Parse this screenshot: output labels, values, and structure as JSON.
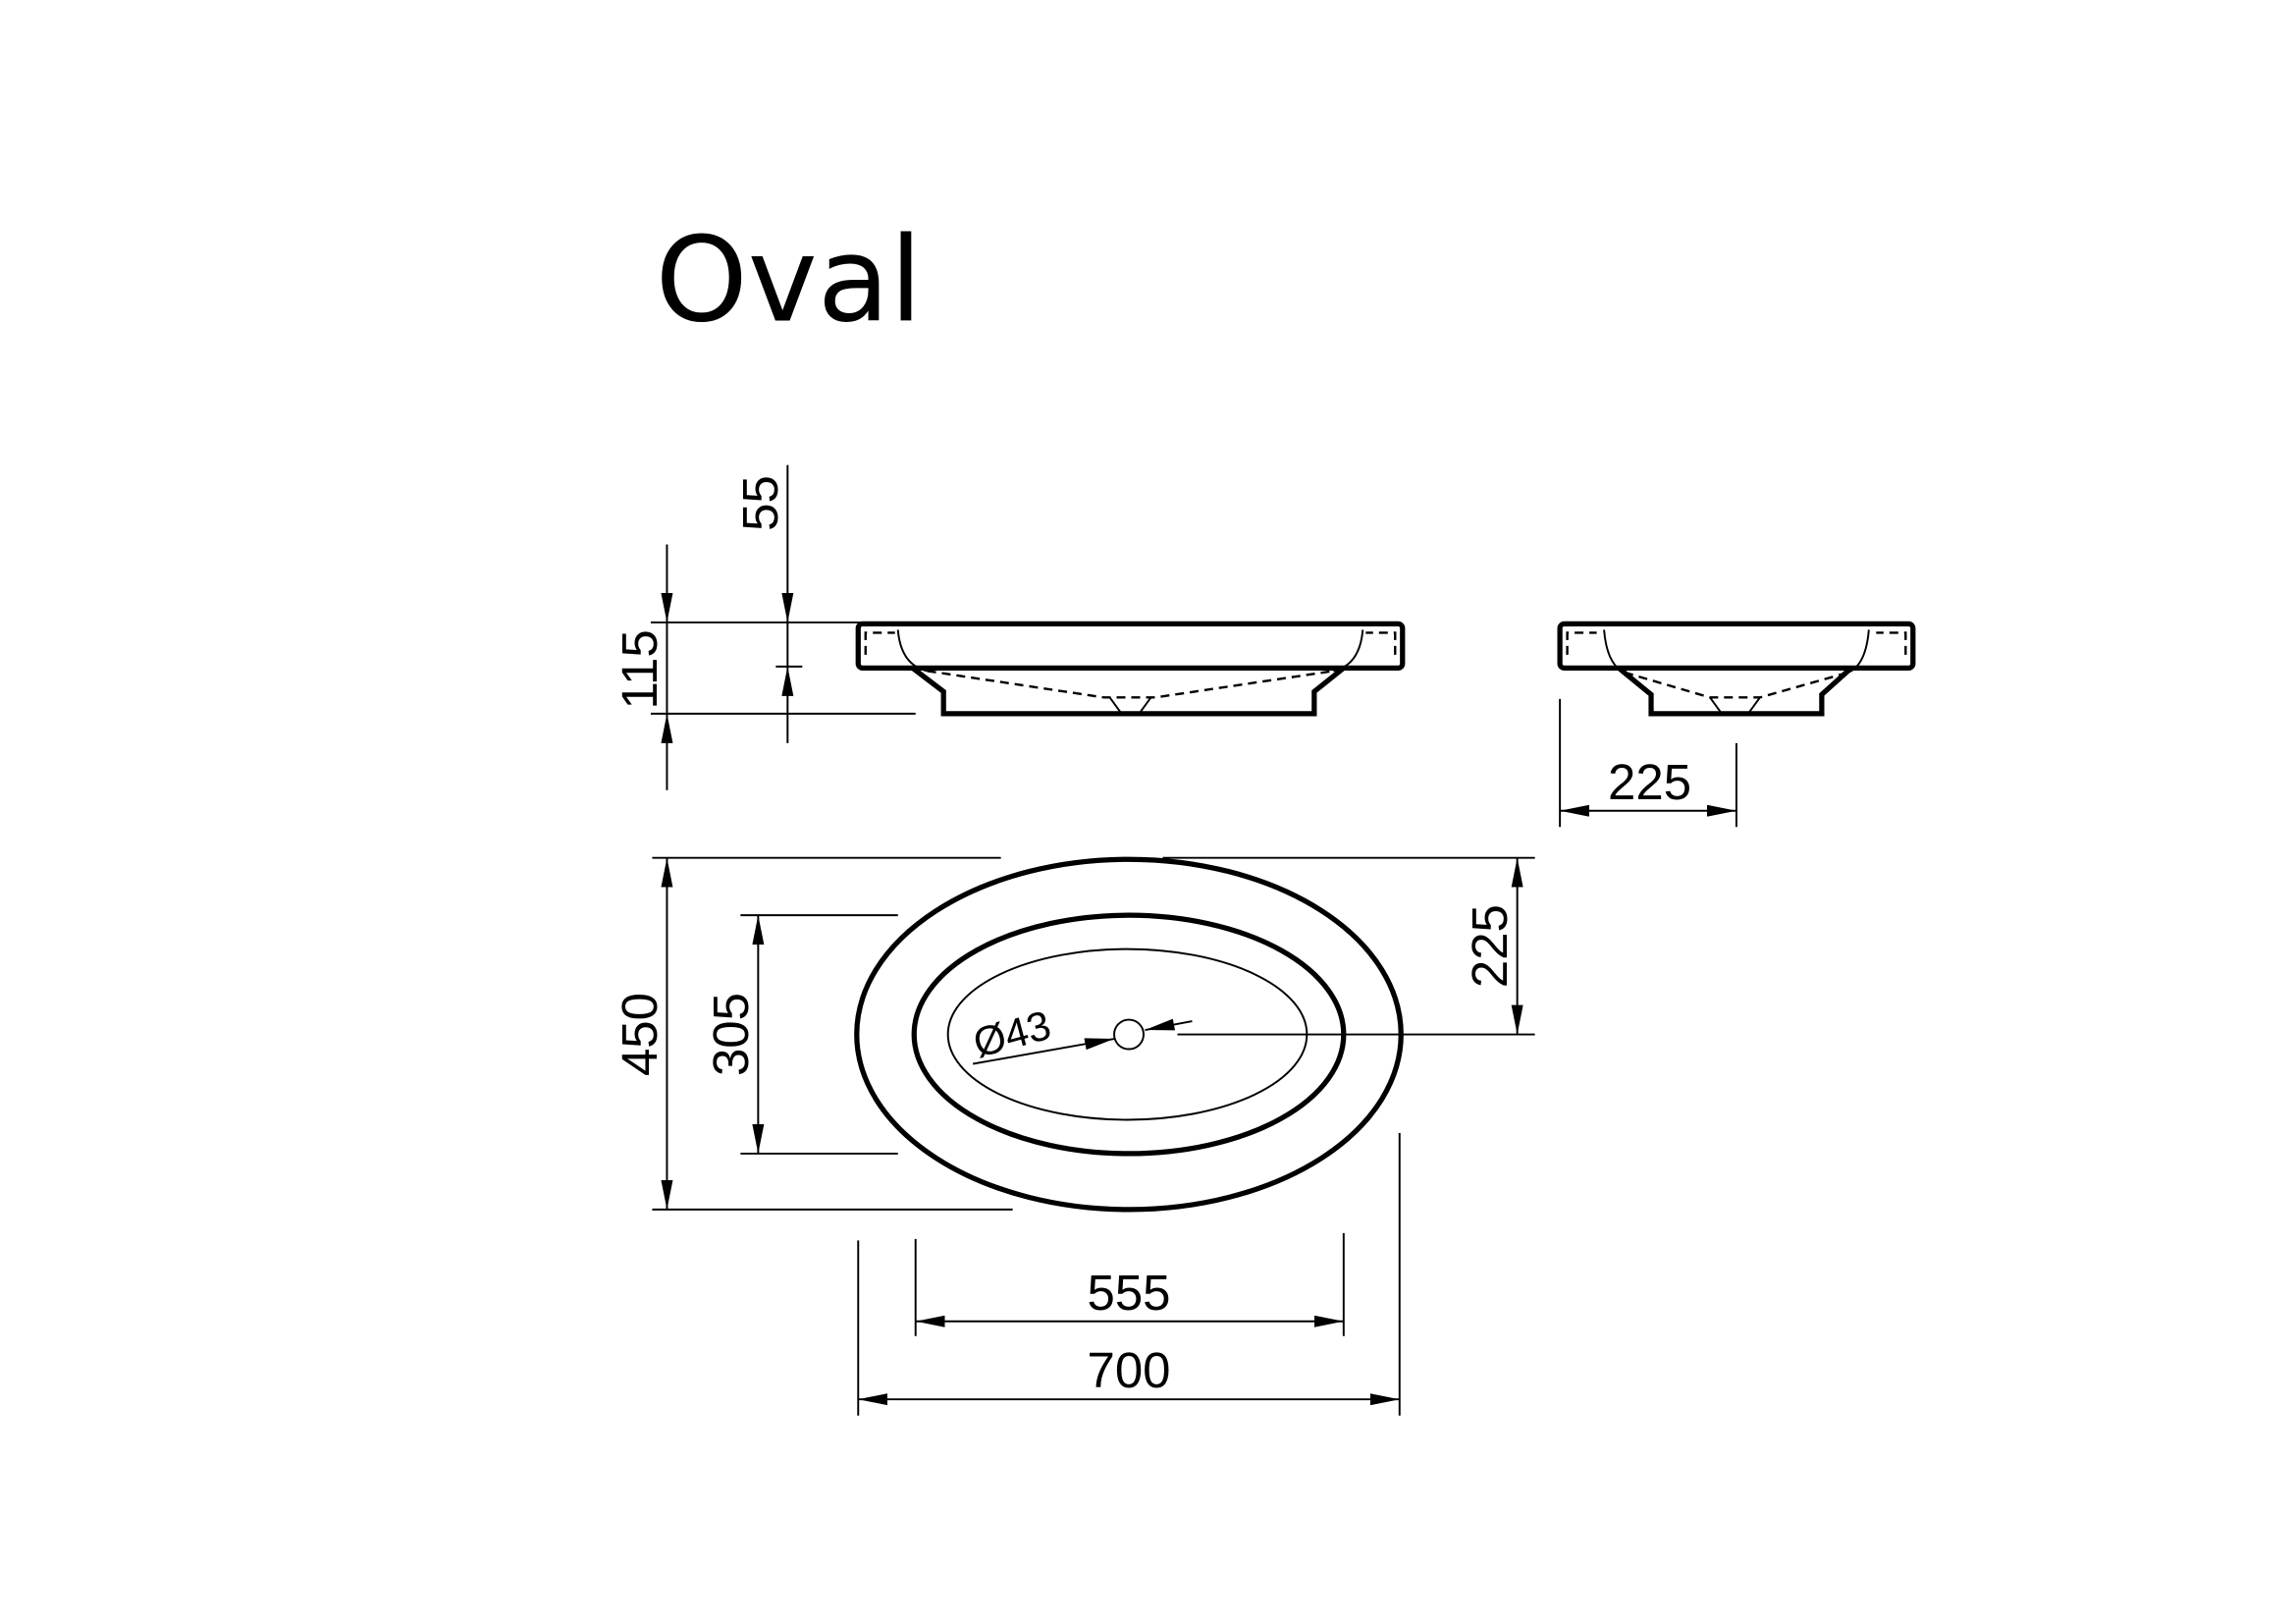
{
  "title": "Oval",
  "dimensions": {
    "total_height": "115",
    "rim_height": "55",
    "side_depth": "225",
    "overall_width": "450",
    "bowl_width": "305",
    "half_width": "225",
    "bowl_length": "555",
    "overall_length": "700",
    "drain_diameter": "Ø43"
  }
}
